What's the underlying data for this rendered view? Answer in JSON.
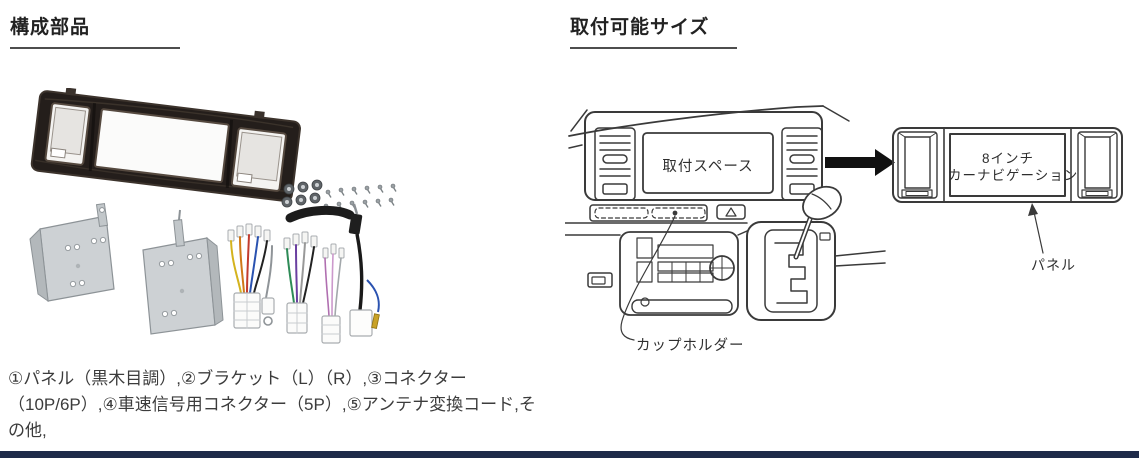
{
  "page": {
    "background_color": "#ffffff",
    "footer_bar_color": "#1e2a49",
    "line_art_color": "#3a3a3a"
  },
  "sections": {
    "parts": {
      "title": "構成部品",
      "description_lines": [
        "①パネル（黒木目調）,②ブラケット（L）（R）,③コネクター",
        "（10P/6P）,④車速信号用コネクター（5P）,⑤アンテナ変換コード,そ",
        "の他,"
      ],
      "photo_contents": "panel-black-woodgrain, bracket-L, bracket-R, wiring-harnesses, antenna-adapter, screws, foam-strip"
    },
    "fitment": {
      "title": "取付可能サイズ",
      "labels": {
        "install_space": "取付スペース",
        "cup_holder": "カップホルダー",
        "nav_size_line1": "8インチ",
        "nav_size_line2": "カーナビゲーション",
        "panel": "パネル"
      }
    }
  }
}
